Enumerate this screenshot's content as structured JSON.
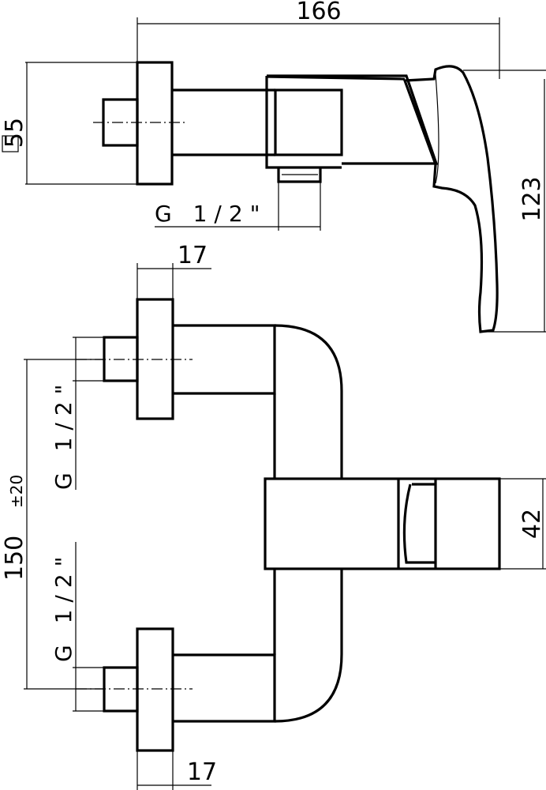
{
  "dimensions": {
    "overall_width": "166",
    "square_side": "55",
    "square_symbol": "□",
    "thread_top": "G  1/2\"",
    "height_handle": "123",
    "flange_depth_top": "17",
    "flange_depth_bottom": "17",
    "centre_distance": "150",
    "centre_tolerance": "±20",
    "thread_upper_inlet": "G  1/2\"",
    "thread_lower_inlet": "G  1/2\"",
    "body_height": "42"
  }
}
